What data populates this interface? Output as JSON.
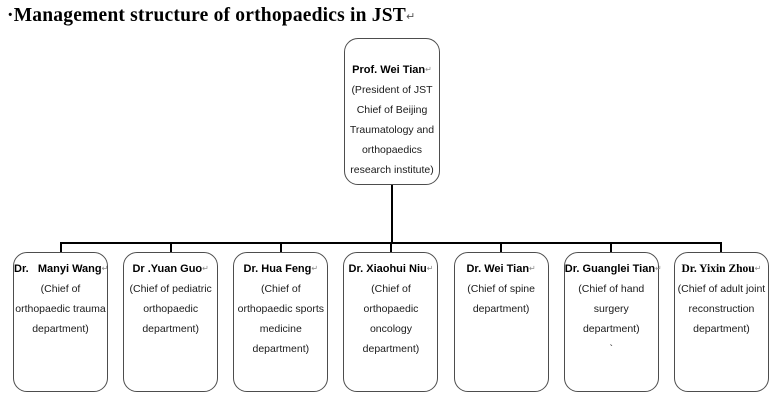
{
  "title": {
    "text": "·Management structure of orthopaedics in JST",
    "return_mark": "↵"
  },
  "root": {
    "name": "Prof. Wei Tian",
    "return_mark": "↵",
    "desc": "(President of JST\nChief of Beijing\nTraumatology and\northopaedics\nresearch institute)"
  },
  "departments": [
    {
      "name": "Dr.   Manyi Wang",
      "return_mark": "↵",
      "desc": "(Chief of\northopaedic trauma\ndepartment)"
    },
    {
      "name": "Dr .Yuan Guo",
      "return_mark": "↵",
      "desc": "(Chief of pediatric\northopaedic\ndepartment)"
    },
    {
      "name": "Dr. Hua Feng",
      "return_mark": "↵",
      "desc": "(Chief of\northopaedic sports\nmedicine\ndepartment)"
    },
    {
      "name": "Dr. Xiaohui Niu",
      "return_mark": "↵",
      "desc": "(Chief of\northopaedic\noncology\ndepartment)"
    },
    {
      "name": "Dr. Wei Tian",
      "return_mark": "↵",
      "desc": "(Chief of spine\ndepartment)"
    },
    {
      "name": "Dr. Guanglei Tian",
      "return_mark": "↵",
      "desc": "(Chief of hand\nsurgery\ndepartment)\n`"
    },
    {
      "name": "Dr. Yixin Zhou",
      "return_mark": "↵",
      "desc": "(Chief of adult joint\nreconstruction\ndepartment)"
    }
  ],
  "colors": {
    "connector_line": "#000000",
    "box_border": "#4d4d4d",
    "text": "#141414",
    "format_mark": "#8a8a8a"
  }
}
